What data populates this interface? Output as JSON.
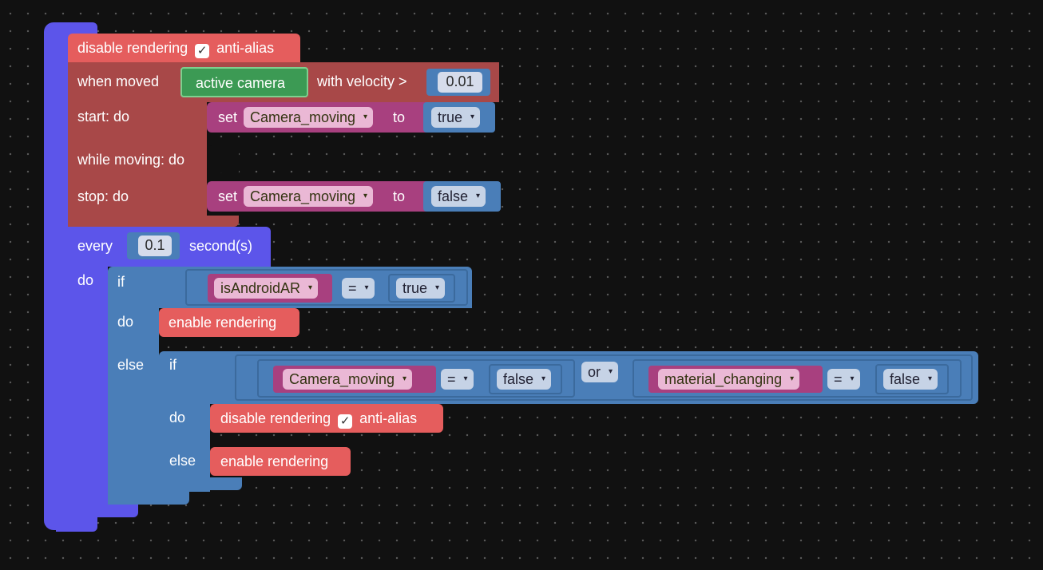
{
  "blocks": {
    "disable_rendering_1": {
      "label": "disable rendering",
      "suffix": "anti-alias",
      "check": "✓"
    },
    "when_moved": {
      "label": "when moved",
      "camera": "active camera",
      "velocity_label": "with velocity >",
      "velocity_value": "0.01",
      "start_label": "start: do",
      "while_label": "while moving: do",
      "stop_label": "stop: do"
    },
    "set_start": {
      "set": "set",
      "variable": "Camera_moving",
      "to": "to",
      "value": "true"
    },
    "set_stop": {
      "set": "set",
      "variable": "Camera_moving",
      "to": "to",
      "value": "false"
    },
    "every": {
      "label": "every",
      "value": "0.1",
      "unit": "second(s)",
      "do_label": "do"
    },
    "if_outer": {
      "if_label": "if",
      "variable": "isAndroidAR",
      "op": "=",
      "value": "true",
      "do_label": "do",
      "else_label": "else",
      "enable_rendering": "enable rendering"
    },
    "if_inner": {
      "if_label": "if",
      "left_var": "Camera_moving",
      "left_op": "=",
      "left_value": "false",
      "logic_op": "or",
      "right_var": "material_changing",
      "right_op": "=",
      "right_value": "false",
      "do_label": "do",
      "else_label": "else",
      "disable_rendering": "disable rendering",
      "disable_suffix": "anti-alias",
      "check": "✓",
      "enable_rendering": "enable rendering"
    }
  },
  "dropdown_arrow": "▾",
  "colors": {
    "render_block": "#e55d5d",
    "event_block": "#a84848",
    "loop_block": "#5c55ea",
    "logic_block": "#4a7eb8",
    "variable_block": "#a8407f",
    "camera_block": "#3c9a54"
  }
}
